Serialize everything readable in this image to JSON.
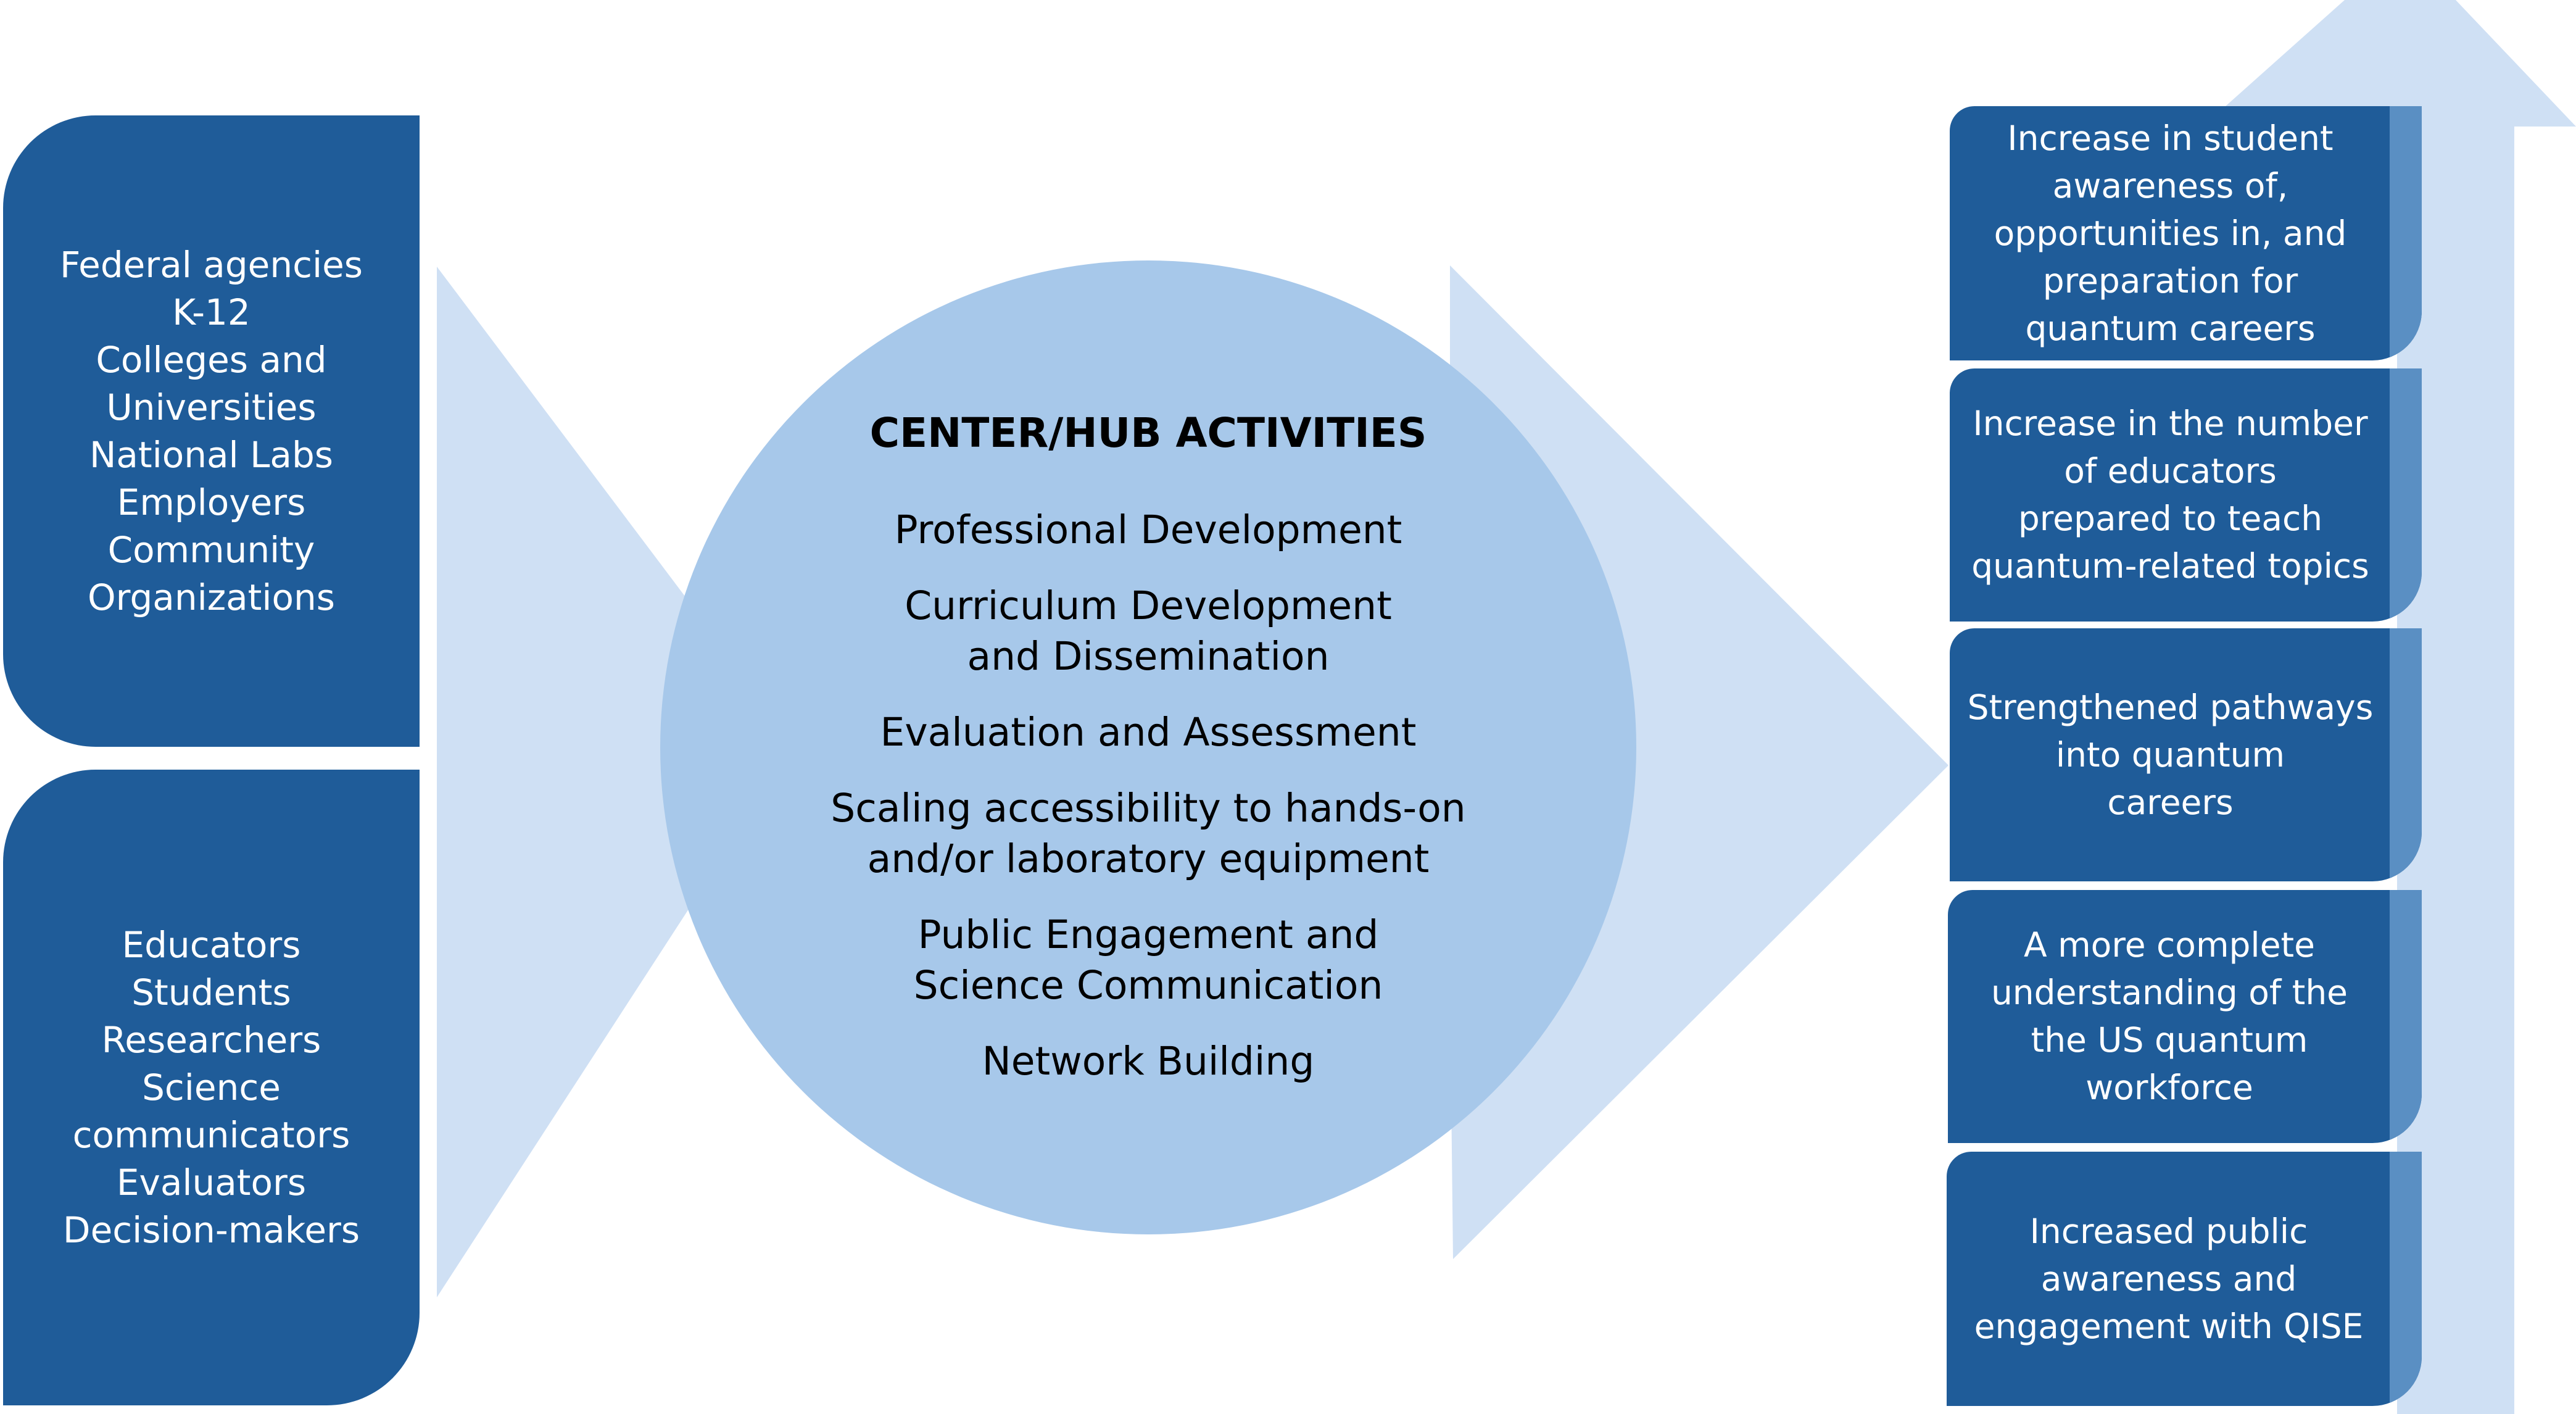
{
  "colors": {
    "box_fill": "#1f5c99",
    "box_shade": "#5a8fc3",
    "circle_fill": "#a7c8ea",
    "arrow_light": "#cfe0f4",
    "text_light": "#ffffff",
    "text_dark": "#000000"
  },
  "stakeholders": [
    {
      "lines": [
        "Federal agencies",
        "K-12",
        "Colleges and",
        "Universities",
        "National Labs",
        "Employers",
        "Community",
        "Organizations"
      ]
    },
    {
      "lines": [
        "Educators",
        "Students",
        "Researchers",
        "Science",
        "communicators",
        "Evaluators",
        "Decision-makers"
      ]
    }
  ],
  "center": {
    "title": "CENTER/HUB ACTIVITIES",
    "activities": [
      [
        "Professional Development"
      ],
      [
        "Curriculum Development",
        "and Dissemination"
      ],
      [
        "Evaluation and Assessment"
      ],
      [
        "Scaling accessibility to hands-on",
        "and/or laboratory equipment"
      ],
      [
        "Public Engagement and",
        "Science Communication"
      ],
      [
        "Network Building"
      ]
    ]
  },
  "outcomes": [
    {
      "lines": [
        "Increase in student",
        "awareness of,",
        "opportunities in, and",
        "preparation for",
        "quantum careers"
      ]
    },
    {
      "lines": [
        "Increase in the number",
        "of educators",
        "prepared to teach",
        "quantum-related topics"
      ]
    },
    {
      "lines": [
        "Strengthened pathways",
        "into quantum",
        "careers"
      ]
    },
    {
      "lines": [
        "A more complete",
        "understanding of the",
        "the US quantum",
        "workforce"
      ]
    },
    {
      "lines": [
        "Increased public",
        "awareness and",
        "engagement with QISE"
      ]
    }
  ]
}
